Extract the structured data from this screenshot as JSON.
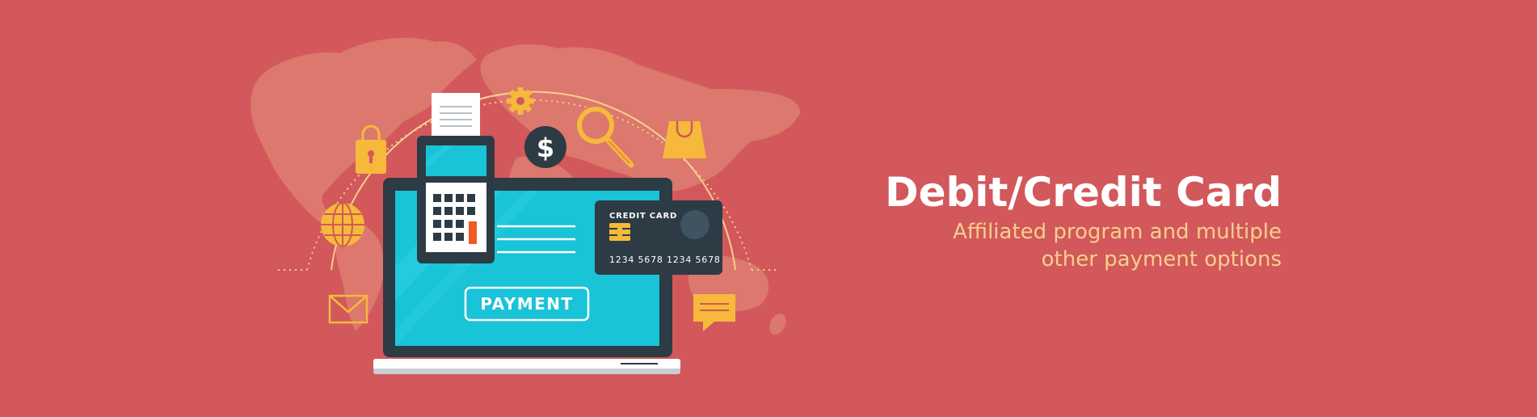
{
  "banner": {
    "title": "Debit/Credit Card",
    "subtitle_line1": "Affiliated program and multiple",
    "subtitle_line2": "other payment options"
  },
  "illustration": {
    "payment_button_label": "PAYMENT",
    "card_label": "CREDIT CARD",
    "card_number": "1234 5678 1234 5678",
    "dollar_symbol": "$"
  },
  "colors": {
    "background": "#d2585b",
    "accent_yellow": "#f6b93b",
    "screen_cyan": "#19c3d8",
    "dark_slate": "#2d3b45",
    "subtitle": "#f6cf8b"
  },
  "icons": [
    "world-map",
    "lock-icon",
    "globe-icon",
    "envelope-icon",
    "gear-icon",
    "dollar-icon",
    "search-icon",
    "shopping-bag-icon",
    "chat-bubble-icon",
    "calculator-icon",
    "receipt-icon",
    "laptop-icon",
    "credit-card-icon"
  ]
}
